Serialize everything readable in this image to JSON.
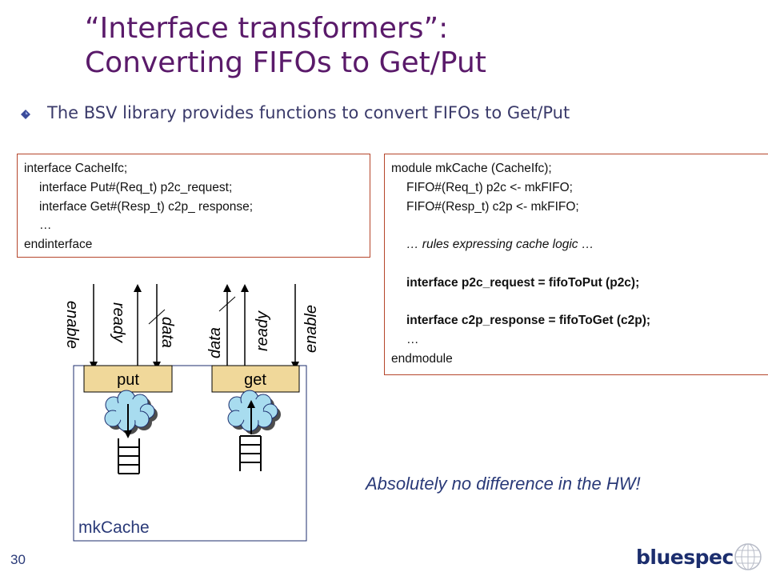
{
  "slide": {
    "title_line1": "“Interface transformers”:",
    "title_line2": "Converting FIFOs to Get/Put",
    "bullet": "The BSV library provides functions to convert FIFOs to Get/Put",
    "page_number": "30",
    "note": "Absolutely no difference in the HW!",
    "logo_text": "bluespec"
  },
  "left_code": {
    "l1": "interface CacheIfc;",
    "l2": "interface Put#(Req_t)    p2c_request;",
    "l3": "interface Get#(Resp_t)  c2p_ response;",
    "l4": "…",
    "l5": "endinterface"
  },
  "right_code": {
    "l1": "module mkCache (CacheIfc);",
    "l2": "FIFO#(Req_t)   p2c <- mkFIFO;",
    "l3": "FIFO#(Resp_t) c2p <- mkFIFO;",
    "l4": "…  rules expressing cache logic  …",
    "l5": "interface p2c_request = fifoToPut (p2c);",
    "l6": "interface c2p_response = fifoToGet (c2p);",
    "l7": "…",
    "l8": "endmodule"
  },
  "diagram": {
    "module_label": "mkCache",
    "put_label": "put",
    "get_label": "get",
    "put_signals": [
      "enable",
      "ready",
      "data"
    ],
    "get_signals": [
      "data",
      "ready",
      "enable"
    ]
  },
  "colors": {
    "title": "#5a1a6a",
    "box_border": "#b5462b",
    "port_fill": "#f0d89a",
    "cloud_fill": "#a8dcef",
    "text_blue": "#2a3a78"
  }
}
